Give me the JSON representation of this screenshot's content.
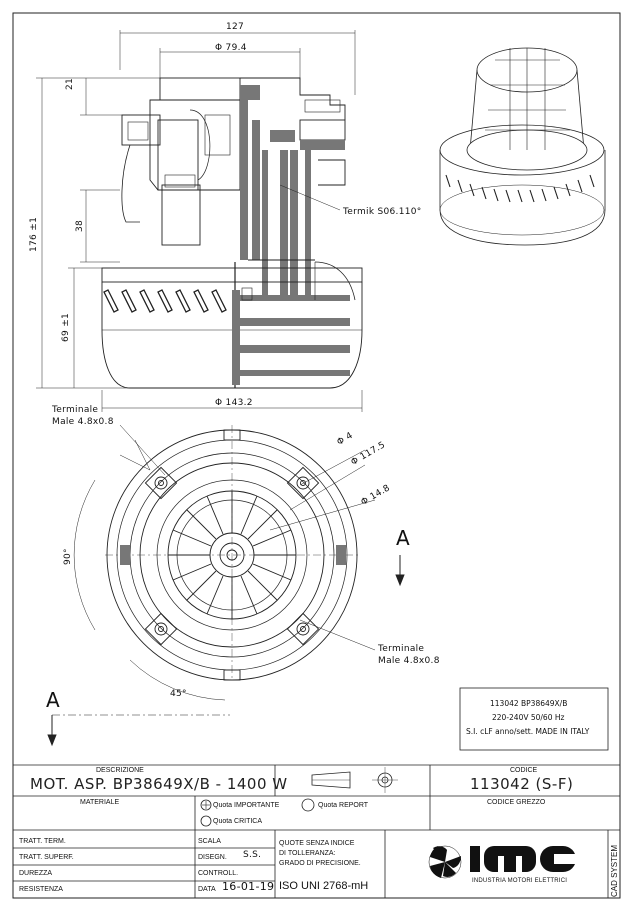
{
  "drawing": {
    "dimensions": {
      "overall_width": "127",
      "diameter_top": "Φ 79.4",
      "top_height": "21",
      "total_height": "176 ±1",
      "mid_height": "38",
      "lower_height": "69 ±1",
      "base_diameter": "Φ 143.2",
      "termik": "Termik S06.110°",
      "hole_diameter": "Φ 4",
      "bolt_circle": "Φ 117.5",
      "fan_diameter": "Φ 14.8",
      "angle_90": "90°",
      "angle_45": "45°"
    },
    "terminal_top": {
      "line1": "Terminale",
      "line2": "Male 4.8x0.8"
    },
    "terminal_bottom": {
      "line1": "Terminale",
      "line2": "Male 4.8x0.8"
    },
    "section_marker": "A",
    "spec_box": {
      "line1": "113042 BP38649X/B",
      "line2": "220-240V 50/60 Hz",
      "line3": "S.I. cLF anno/sett. MADE IN ITALY"
    }
  },
  "title_block": {
    "descrizione_label": "DESCRIZIONE",
    "descrizione_value": "MOT. ASP. BP38649X/B - 1400 W",
    "codice_label": "CODICE",
    "codice_value": "113042 (S-F)",
    "materiale_label": "MATERIALE",
    "quota_importante": "Quota IMPORTANTE",
    "quota_report": "Quota REPORT",
    "quota_critica": "Quota CRITICA",
    "codice_grezzo_label": "CODICE GREZZO",
    "rows_left": [
      "TRATT. TERM.",
      "TRATT. SUPERF.",
      "DUREZZA",
      "RESISTENZA"
    ],
    "scala_label": "SCALA",
    "disegn_label": "DISEGN.",
    "disegn_value": "S.S.",
    "controll_label": "CONTROLL.",
    "data_label": "DATA",
    "data_value": "16-01-19",
    "tolerance_line1": "QUOTE SENZA INDICE",
    "tolerance_line2": "DI TOLLERANZA:",
    "tolerance_line3": "GRADO DI PRECISIONE.",
    "iso": "ISO UNI 2768-mH",
    "logo_text": "imc",
    "logo_sub": "INDUSTRIA MOTORI ELETTRICI",
    "cad_system": "CAD SYSTEM"
  }
}
